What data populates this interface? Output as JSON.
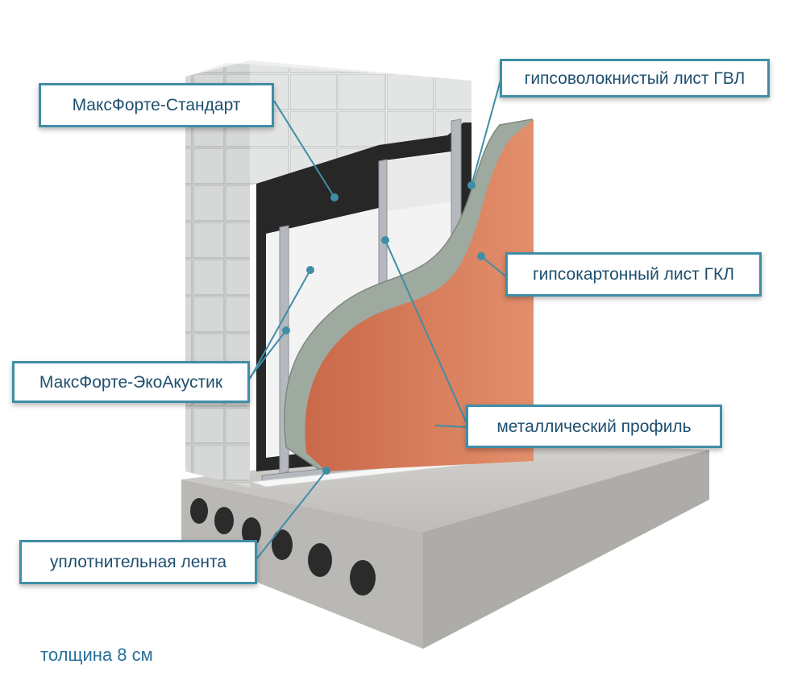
{
  "labels": {
    "maxforte_standard": "МаксФорте-Стандарт",
    "gvl_sheet": "гипсоволокнистый лист ГВЛ",
    "gkl_sheet": "гипсокартонный лист ГКЛ",
    "maxforte_ecoacoustic": "МаксФорте-ЭкоАкустик",
    "metal_profile": "металлический профиль",
    "sealing_tape": "уплотнительная лента"
  },
  "thickness_note": "толщина 8 см",
  "colors": {
    "accent": "#3f8ea6",
    "label_text": "#1e4f6e",
    "brick": "#e6e8e7",
    "membrane": "#262626",
    "mineral_wool": "#f4f4f4",
    "gvl": "#9ca89e",
    "gkl": "#d87f5e",
    "concrete": "#c9c7c3"
  }
}
